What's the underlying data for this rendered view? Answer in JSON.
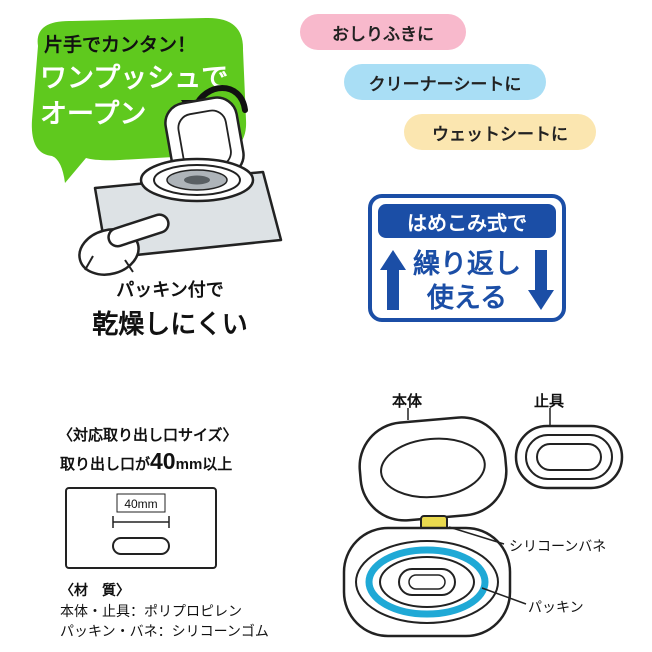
{
  "page": {
    "background": "#ffffff"
  },
  "callout": {
    "line1": "片手でカンタン！",
    "line2": "ワンプッシュで",
    "line3": "オープン",
    "bg_color": "#5fc91e"
  },
  "gasket_note": {
    "line1": "パッキン付で",
    "line2": "乾燥しにくい"
  },
  "usage_tags": [
    {
      "label": "おしりふきに",
      "bg_color": "#f8b9cc"
    },
    {
      "label": "クリーナーシートに",
      "bg_color": "#a9def5"
    },
    {
      "label": "ウェットシートに",
      "bg_color": "#fbe6b0"
    }
  ],
  "reuse": {
    "header": "はめこみ式で",
    "line1": "繰り返し",
    "line2": "使える",
    "accent_color": "#1b4ea6"
  },
  "size": {
    "title": "〈対応取り出し口サイズ〉",
    "prefix": "取り出し口が",
    "value": "40",
    "suffix": "mm以上",
    "diagram_label": "40mm"
  },
  "materials": {
    "title": "〈材　質〉",
    "line1": "本体・止具：ポリプロピレン",
    "line2": "パッキン・バネ：シリコーンゴム"
  },
  "parts": {
    "body": "本体",
    "stopper": "止具",
    "spring": "シリコーンバネ",
    "gasket": "パッキン",
    "gasket_color": "#1fa9d6",
    "spring_color": "#e9d94e"
  }
}
